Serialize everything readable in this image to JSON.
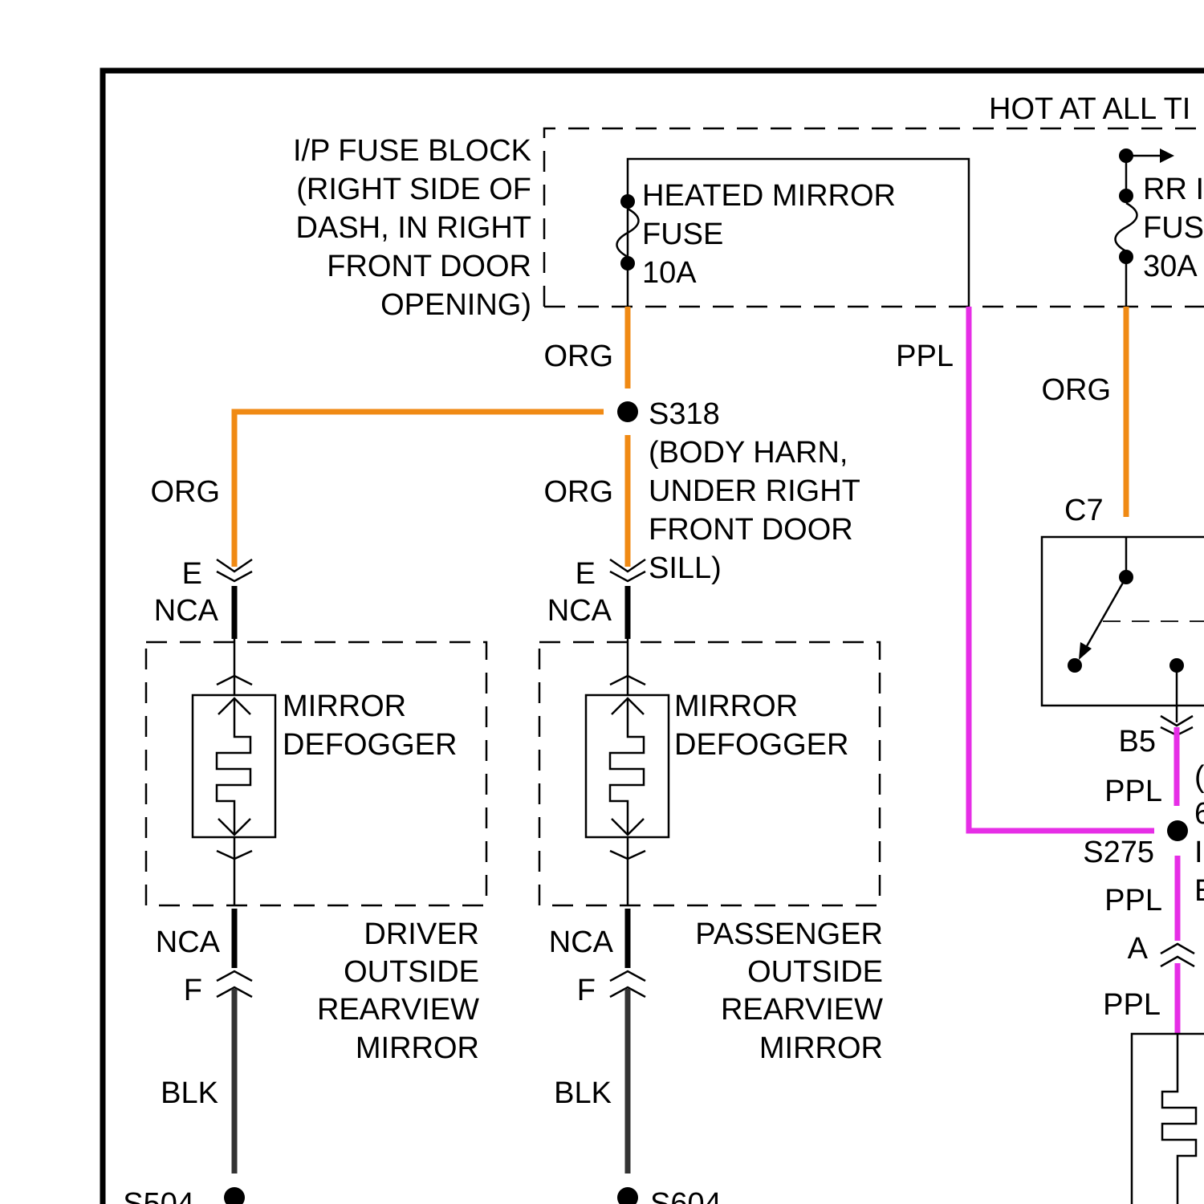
{
  "colors": {
    "org": "#f08a14",
    "ppl": "#e62ee6",
    "blk": "#333333",
    "line": "#000000",
    "background": "#ffffff"
  },
  "labels": {
    "hot_at_all_times": "HOT AT ALL TI",
    "fuse_block": [
      "I/P FUSE BLOCK",
      "(RIGHT SIDE OF",
      "DASH, IN RIGHT",
      "FRONT DOOR",
      "OPENING)"
    ],
    "heated_mirror_fuse": [
      "HEATED MIRROR",
      "FUSE",
      "10A"
    ],
    "rr_fuse": [
      "RR I",
      "FUS",
      "30A"
    ],
    "s318": [
      "S318",
      "(BODY HARN,",
      "UNDER RIGHT",
      "FRONT DOOR",
      "SILL)"
    ],
    "c7": "C7",
    "b5": "B5",
    "s275": "S275",
    "a": "A",
    "right_partial": [
      "(",
      "6",
      "I",
      "E"
    ],
    "driver": {
      "wire_top": "ORG",
      "pin_top": "E",
      "nca_top": "NCA",
      "component": [
        "MIRROR",
        "DEFOGGER"
      ],
      "nca_bottom": "NCA",
      "pin_bottom": "F",
      "mirror_name": [
        "DRIVER",
        "OUTSIDE",
        "REARVIEW",
        "MIRROR"
      ],
      "wire_bottom": "BLK",
      "splice": "S504"
    },
    "passenger": {
      "wire_top": "ORG",
      "pin_top": "E",
      "nca_top": "NCA",
      "component": [
        "MIRROR",
        "DEFOGGER"
      ],
      "nca_bottom": "NCA",
      "pin_bottom": "F",
      "mirror_name": [
        "PASSENGER",
        "OUTSIDE",
        "REARVIEW",
        "MIRROR"
      ],
      "wire_bottom": "BLK",
      "splice": "S604"
    },
    "wire_org_fuse": "ORG",
    "wire_ppl_main": "PPL",
    "wire_org_rr": "ORG",
    "wire_ppl_b5": "PPL",
    "wire_ppl_s275": "PPL",
    "wire_ppl_a": "PPL"
  }
}
